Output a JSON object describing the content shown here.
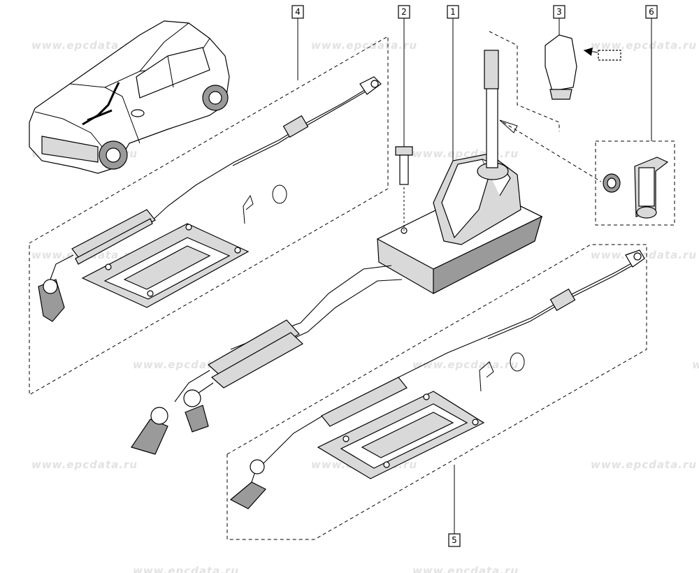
{
  "watermark": "www.epcdata.ru",
  "callouts": [
    {
      "id": "1",
      "label": "1"
    },
    {
      "id": "2",
      "label": "2"
    },
    {
      "id": "3",
      "label": "3"
    },
    {
      "id": "4",
      "label": "4"
    },
    {
      "id": "5",
      "label": "5"
    },
    {
      "id": "6",
      "label": "6"
    }
  ]
}
